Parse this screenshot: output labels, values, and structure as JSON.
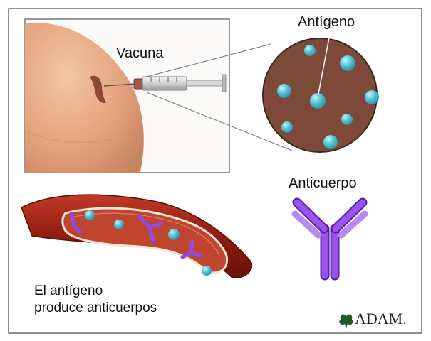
{
  "labels": {
    "vaccine": "Vacuna",
    "antigen": "Antígeno",
    "antibody": "Anticuerpo",
    "caption_line1": "El antígeno",
    "caption_line2": "produce anticuerpos"
  },
  "logo": {
    "text": "ADAM.",
    "icon": "adam-leaf-icon"
  },
  "colors": {
    "skin": "#e7a882",
    "antigen_circle_bg": "#7d4a3a",
    "antigen_particle": "#4fc0d0",
    "antibody": "#8a3fd6",
    "vessel_outer": "#9a1e12",
    "vessel_inner": "#b8382a"
  }
}
